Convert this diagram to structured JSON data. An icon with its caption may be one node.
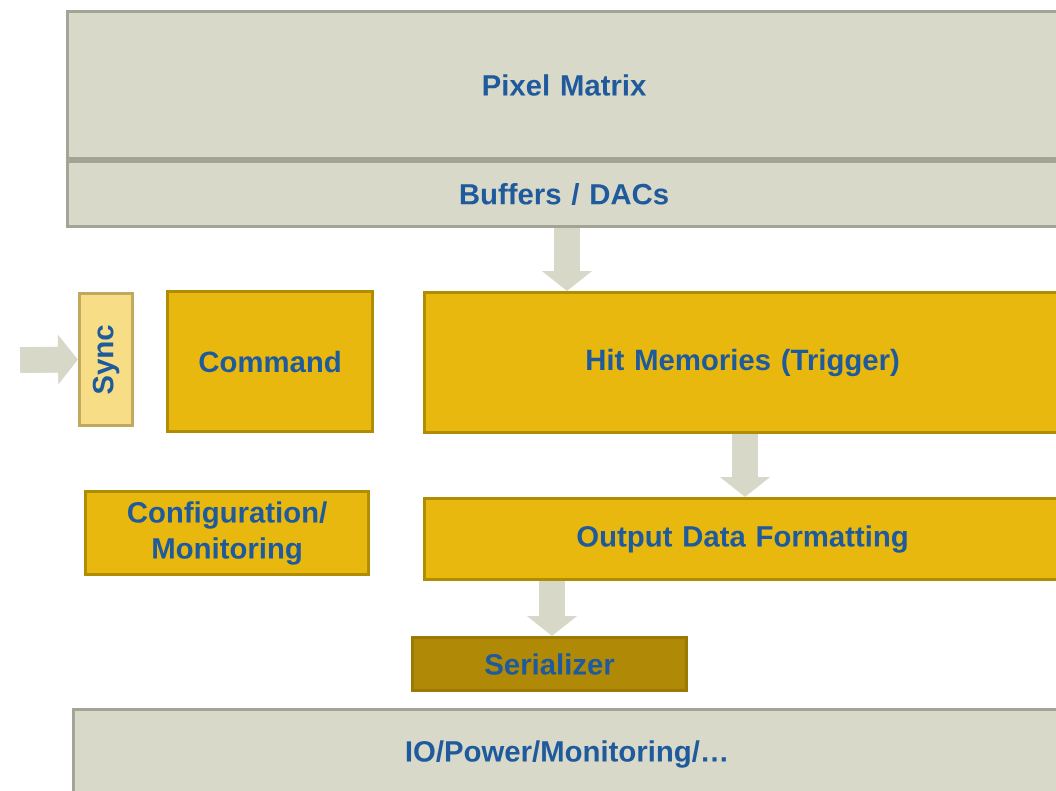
{
  "diagram": {
    "nodes": [
      {
        "text": [
          "Pixel Matrix"
        ]
      },
      {
        "text": [
          "Buffers / DACs"
        ]
      },
      {
        "text": [
          "Sync"
        ]
      },
      {
        "text": [
          "Command"
        ]
      },
      {
        "text": [
          "Hit Memories (Trigger)"
        ]
      },
      {
        "text": [
          "Configuration/ Monitoring"
        ]
      },
      {
        "text": [
          "Output Data Formatting"
        ]
      },
      {
        "text": [
          "Serializer"
        ]
      },
      {
        "text": [
          "IO/Power/Monitoring/…"
        ]
      }
    ],
    "edges": [
      {
        "from": null,
        "to": 2,
        "arrow": "to"
      },
      {
        "from": 1,
        "to": 4,
        "arrow": "to"
      },
      {
        "from": 4,
        "to": 6,
        "arrow": "to"
      },
      {
        "from": 6,
        "to": 7,
        "arrow": "to"
      }
    ]
  }
}
